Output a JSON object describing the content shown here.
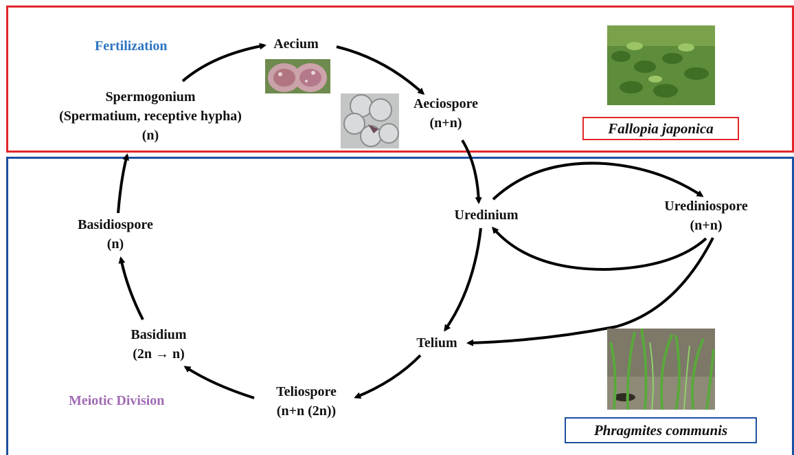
{
  "phases": {
    "fertilization": "Fertilization",
    "meiotic": "Meiotic Division"
  },
  "stages": {
    "aecium": [
      "Aecium"
    ],
    "aeciospore": [
      "Aeciospore",
      "(n+n)"
    ],
    "spermogonium": [
      "Spermogonium",
      "(Spermatium, receptive hypha)",
      "(n)"
    ],
    "uredinium": [
      "Uredinium"
    ],
    "urediniospore": [
      "Urediniospore",
      "(n+n)"
    ],
    "basidiospore": [
      "Basidiospore",
      "(n)"
    ],
    "basidium": [
      "Basidium",
      "(2n → n)"
    ],
    "telium": [
      "Telium"
    ],
    "teliospore": [
      "Teliospore",
      "(n+n (2n))"
    ]
  },
  "hosts": {
    "top": "Fallopia japonica",
    "bottom": "Phragmites communis"
  },
  "colors": {
    "top_border": "#e0262b",
    "bottom_border": "#1c4fa0",
    "fertilization_text": "#2e75c4",
    "meiotic_text": "#a06bb4",
    "arrow": "#000000"
  },
  "images": {
    "aecium_photo": "aecium-photo",
    "aeciospore_photo": "aeciospore-micrograph-photo",
    "fallopia_photo": "fallopia-japonica-plant-photo",
    "phragmites_photo": "phragmites-communis-plant-photo"
  }
}
